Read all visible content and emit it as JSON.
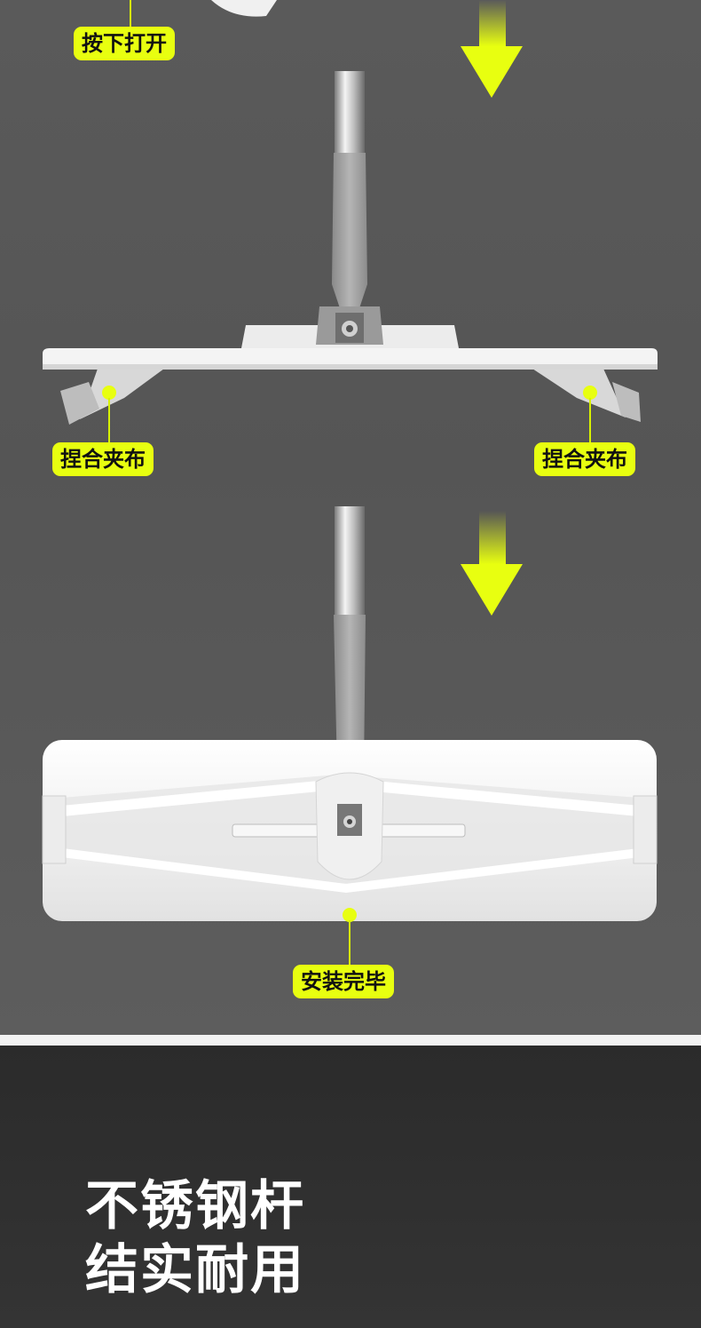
{
  "steps": {
    "step1_label": "按下打开",
    "step2_label_left": "捏合夹布",
    "step2_label_right": "捏合夹布",
    "step3_label": "安装完毕"
  },
  "feature": {
    "title_line1": "不锈钢杆",
    "title_line2": "结实耐用",
    "subtitle": ""
  },
  "colors": {
    "accent": "#e8ff10",
    "background_top": "#5a5a5a",
    "background_bottom": "#2f2f2f",
    "separator": "#f2f2f2"
  },
  "icons": [
    "arrow-down-icon",
    "arrow-down-icon"
  ]
}
